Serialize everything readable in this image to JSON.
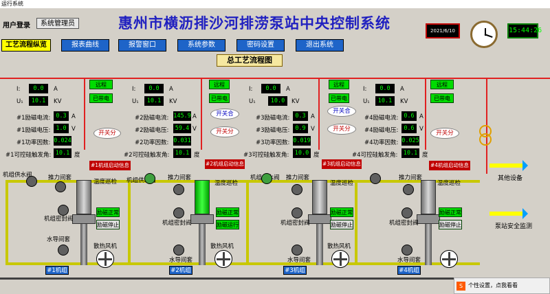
{
  "window": {
    "title": "运行系统"
  },
  "header": {
    "user_label": "用户登录",
    "system_name": "系统管理员",
    "title": "惠州市横沥排沙河排涝泵站中央控制系统",
    "date": "2021/6/10",
    "time": "15:44:26"
  },
  "nav": [
    {
      "label": "工艺流程纵览",
      "active": true
    },
    {
      "label": "报表曲线"
    },
    {
      "label": "报警窗口"
    },
    {
      "label": "系统参数"
    },
    {
      "label": "密码设置"
    },
    {
      "label": "退出系统"
    }
  ],
  "flow_title": "总工艺流程图",
  "common_labels": {
    "I": "I:",
    "U": "U₁",
    "A": "A",
    "KV": "KV",
    "V": "V",
    "deg": "度",
    "remote": "远程",
    "energized": "已带电",
    "switch_off": "开关分",
    "switch_on": "开关合",
    "thrust_valve": "推力间套",
    "temp_check": "温度巡检",
    "water_pump": "水导间套",
    "fan": "散热风机",
    "seal_valve": "机组密封阀",
    "supply_valve": "机组供水阀",
    "exc_normal": "励磁正常",
    "exc_stop": "励磁停止",
    "exc_run": "励磁运行",
    "other_equipment": "其他设备",
    "station_monitor": "泵站安全监测"
  },
  "units": [
    {
      "I": "0.0",
      "U": "10.1",
      "exc_i_label": "#1励磁电流:",
      "exc_i": "0.3",
      "exc_v_label": "#1励磁电压:",
      "exc_v": "1.0",
      "pf_label": "#1功率因数:",
      "pf": "0.024",
      "angle_label": "#1可控硅触发角:",
      "angle": "10.1",
      "start_info": "#1机组启动信息",
      "name": "#1机组",
      "switch": "开关分",
      "exc_state": [
        "励磁正常",
        "励磁停止"
      ]
    },
    {
      "I": "0.0",
      "U": "10.1",
      "exc_i_label": "#2励磁电流:",
      "exc_i": "145.9",
      "exc_v_label": "#2励磁电压:",
      "exc_v": "59.4",
      "pf_label": "#2功率因数:",
      "pf": "0.031",
      "angle_label": "#2可控硅触发角:",
      "angle": "10.1",
      "start_info": "#2机组启动信息",
      "name": "#2机组",
      "switch": "开关合",
      "switch2": "开关分",
      "exc_state": [
        "励磁正常",
        "励磁运行"
      ]
    },
    {
      "I": "0.0",
      "U": "10.0",
      "exc_i_label": "#3励磁电流:",
      "exc_i": "0.3",
      "exc_v_label": "#3励磁电压:",
      "exc_v": "0.9",
      "pf_label": "#3功率因数:",
      "pf": "0.019",
      "angle_label": "#3可控硅触发角:",
      "angle": "10.0",
      "start_info": "#3机组启动信息",
      "name": "#3机组",
      "switch": "开关合",
      "switch2": "开关分",
      "exc_state": [
        "励磁正常",
        "励磁停止"
      ]
    },
    {
      "I": "0.0",
      "U": "10.1",
      "exc_i_label": "#4励磁电流:",
      "exc_i": "0.6",
      "exc_v_label": "#4励磁电压:",
      "exc_v": "0.6",
      "pf_label": "#4功率因数:",
      "pf": "0.025",
      "angle_label": "#4可控硅触发角:",
      "angle": "10.1",
      "start_info": "#4机组启动信息",
      "name": "#4机组",
      "switch": "开关分",
      "exc_state": [
        "励磁正常",
        "励磁停止"
      ]
    }
  ],
  "toast": {
    "text": "个性设置，点我看看"
  }
}
